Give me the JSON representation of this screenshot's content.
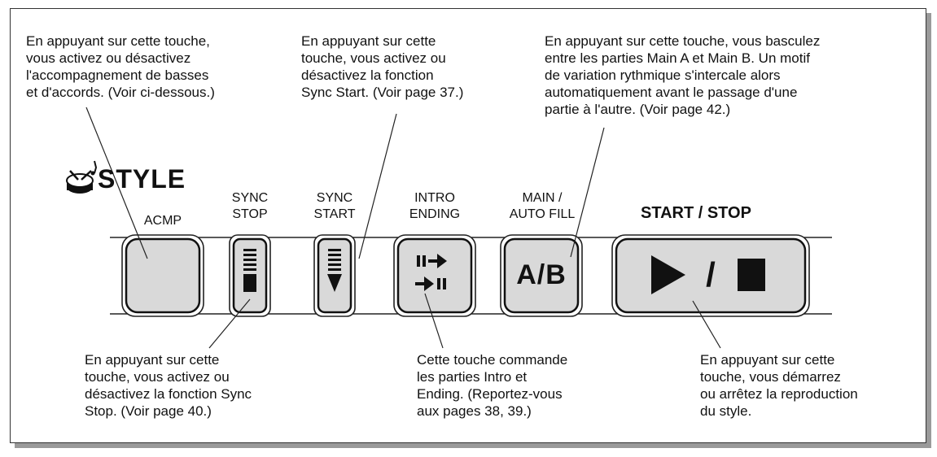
{
  "panel": {
    "title": "STYLE",
    "icon": "drum-icon"
  },
  "buttons": {
    "acmp": {
      "label": "ACMP"
    },
    "sync_stop": {
      "label": "SYNC\nSTOP"
    },
    "sync_start": {
      "label": "SYNC\nSTART"
    },
    "intro_ending": {
      "label": "INTRO\nENDING"
    },
    "main_auto_fill": {
      "label": "MAIN /\nAUTO  FILL",
      "face": "A/B"
    },
    "start_stop": {
      "label": "START / STOP",
      "face_divider": "/"
    }
  },
  "callouts": {
    "acmp": "En appuyant sur cette touche,\nvous activez ou désactivez\nl'accompagnement de basses\net d'accords. (Voir ci-dessous.)",
    "sync_start": "En appuyant sur cette\ntouche, vous activez ou\ndésactivez la fonction\nSync Start. (Voir page 37.)",
    "main_auto_fill": "En appuyant sur cette touche, vous basculez\nentre les parties Main A et Main B. Un motif\nde variation rythmique s'intercale alors\nautomatiquement avant le passage d'une\npartie à l'autre. (Voir page 42.)",
    "sync_stop": "En appuyant sur cette\ntouche, vous activez ou\ndésactivez la fonction Sync\nStop. (Voir page 40.)",
    "intro_ending": "Cette touche commande\nles parties Intro et\nEnding. (Reportez-vous\naux pages 38, 39.)",
    "start_stop": "En appuyant sur cette\ntouche, vous démarrez\nou arrêtez la reproduction\ndu style."
  }
}
